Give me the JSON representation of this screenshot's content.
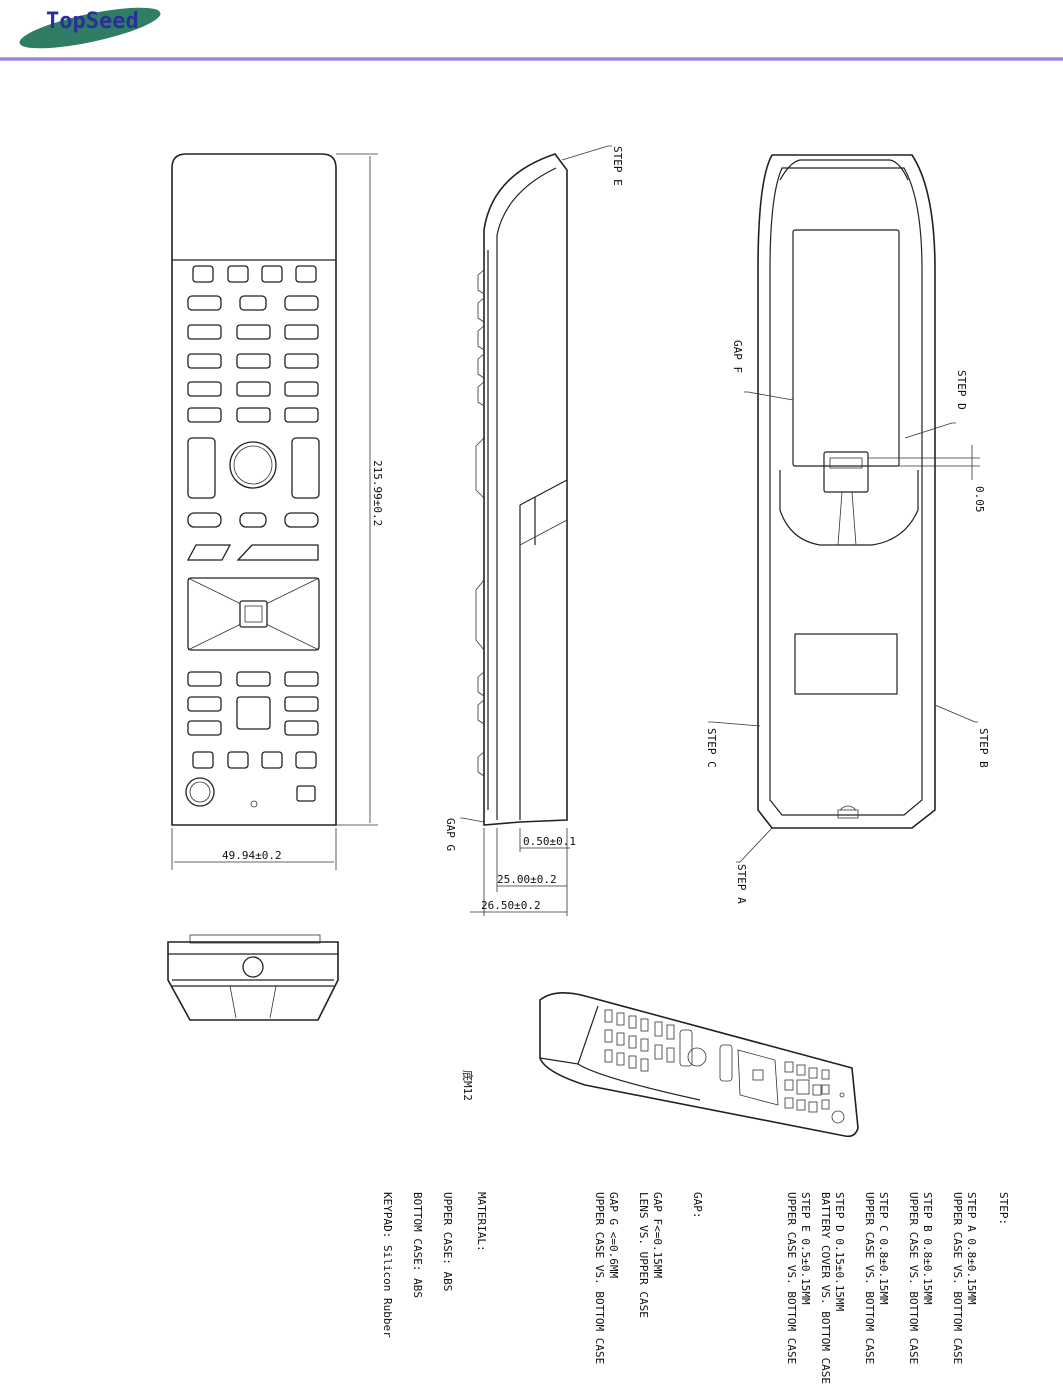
{
  "header": {
    "logo_text": "TopSeed",
    "logo_color": "#2e7d64",
    "logo_text_color": "#2b2f9a",
    "rule_color": "#8a6fd8"
  },
  "dimensions": {
    "length": "215.99±0.2",
    "width": "49.94±0.2",
    "gap_dim": "0.50±0.1",
    "thickness_1": "25.00±0.2",
    "thickness_2": "26.50±0.2",
    "offset": "0.05"
  },
  "callouts": {
    "step_a": "STEP A",
    "step_b": "STEP B",
    "step_c": "STEP C",
    "step_d": "STEP D",
    "step_e": "STEP E",
    "gap_f": "GAP F",
    "gap_g": "GAP G"
  },
  "figure_code": "底M12",
  "notes": {
    "step_title": "STEP:",
    "step_lines": [
      "STEP A 0.8±0.15MM",
      "UPPER CASE VS. BOTTOM CASE",
      "STEP B 0.8±0.15MM",
      "UPPER CASE VS. BOTTOM CASE",
      "STEP C 0.8±0.15MM",
      "UPPER CASE VS. BOTTOM CASE",
      "STEP D 0.15±0.15MM",
      "BATTERY COVER VS. BOTTOM CASE",
      "STEP E 0.5±0.15MM",
      "UPPER CASE VS. BOTTOM CASE"
    ],
    "gap_title": "GAP:",
    "gap_lines": [
      "GAP F<=0.15MM",
      "LENS VS. UPPER CASE",
      "GAP G <=0.6MM",
      "UPPER CASE VS. BOTTOM CASE"
    ],
    "material_title": "MATERIAL:",
    "material_lines": [
      "UPPER CASE: ABS",
      "BOTTOM CASE: ABS",
      "KEYPAD: Silicon Rubber"
    ]
  }
}
